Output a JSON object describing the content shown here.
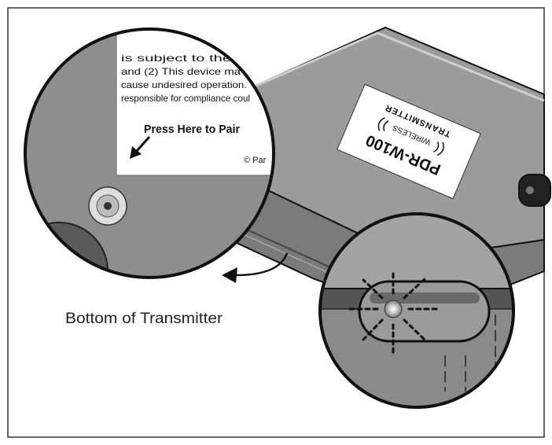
{
  "figure": {
    "caption": "Bottom of Transmitter",
    "device_label": {
      "model": "PDR-W100",
      "line1": "WIRELESS",
      "line2": "TRANSMITTER"
    },
    "sticker": {
      "fcc_lines": [
        "is subject to the",
        "and (2) This device ma",
        "cause undesired operation.",
        "responsible for compliance coul"
      ],
      "pair_instruction": "Press Here to Pair",
      "copyright_fragment": "© Par"
    }
  },
  "colors": {
    "outline": "#111111",
    "device_top": "#9b9b9b",
    "device_side": "#7a7a7a",
    "lens_fill": "#8e8e8e",
    "sticker_bg": "#ffffff",
    "led_dark": "#333333",
    "button_ring": "#dddddd"
  }
}
